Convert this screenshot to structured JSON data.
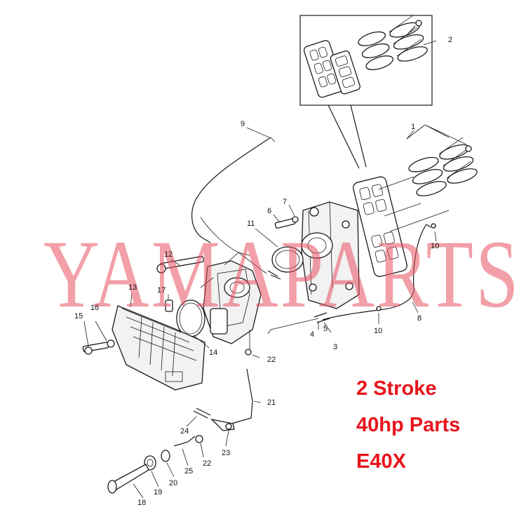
{
  "watermark": "YAMAPARTS",
  "title_lines": [
    "2 Stroke",
    "40hp Parts",
    "E40X"
  ],
  "colors": {
    "title": "#e8141c",
    "watermark": "#e8505f",
    "lines": "#1a1a1a"
  },
  "callouts": {
    "c1": "1",
    "c2": "2",
    "c3": "3",
    "c4": "4",
    "c5": "5",
    "c6": "6",
    "c7": "7",
    "c8": "8",
    "c9": "9",
    "c10a": "10",
    "c10b": "10",
    "c11": "11",
    "c12": "12",
    "c13": "13",
    "c14": "14",
    "c15": "15",
    "c16": "16",
    "c17": "17",
    "c18": "18",
    "c19": "19",
    "c20": "20",
    "c21": "21",
    "c22a": "22",
    "c22b": "22",
    "c23": "23",
    "c24": "24",
    "c25": "25"
  }
}
